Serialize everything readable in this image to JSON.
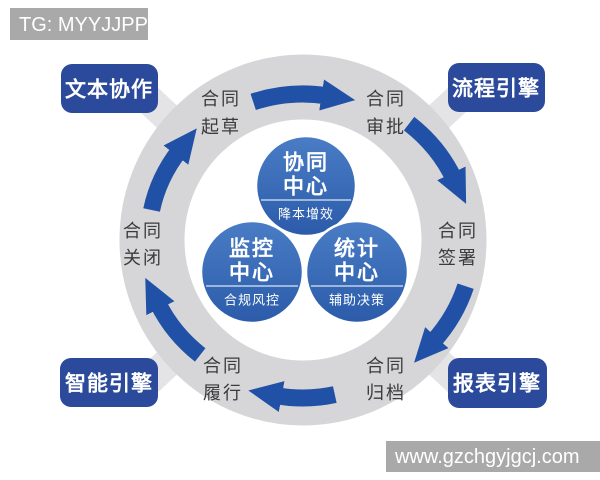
{
  "watermarks": {
    "tg_tag": "TG: MYYJJPP",
    "website": "www.gzchgyjgcj.com"
  },
  "corner_modules": {
    "top_left": "文本协作",
    "top_right": "流程引擎",
    "bottom_left": "智能引擎",
    "bottom_right": "报表引擎"
  },
  "stages": [
    {
      "line1": "合同",
      "line2": "起草"
    },
    {
      "line1": "合同",
      "line2": "审批"
    },
    {
      "line1": "合同",
      "line2": "签署"
    },
    {
      "line1": "合同",
      "line2": "归档"
    },
    {
      "line1": "合同",
      "line2": "履行"
    },
    {
      "line1": "合同",
      "line2": "关闭"
    }
  ],
  "centers": [
    {
      "line1": "协同",
      "line2": "中心",
      "subtitle": "降本增效"
    },
    {
      "line1": "监控",
      "line2": "中心",
      "subtitle": "合规风控"
    },
    {
      "line1": "统计",
      "line2": "中心",
      "subtitle": "辅助决策"
    }
  ],
  "flow": {
    "direction": "clockwise",
    "arrow_count": 6
  },
  "colors": {
    "arrow_blue": "#2151a6",
    "ring_gray": "#d6d6d8",
    "module_navy": "#2c4a9b",
    "center_circle_top": "#4a7dc6",
    "center_circle_bottom": "#2b5ba9",
    "watermark_gray": "#a9a9a9",
    "stage_text": "#3b3b3b"
  }
}
